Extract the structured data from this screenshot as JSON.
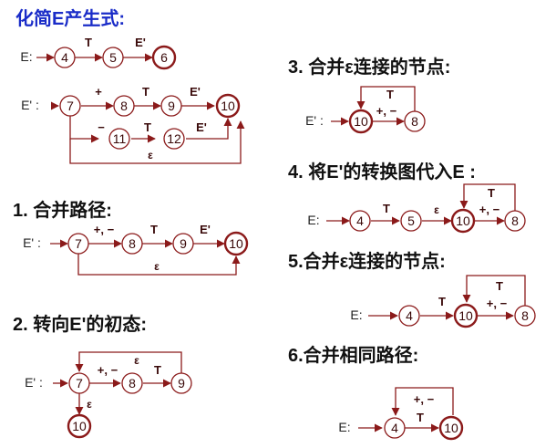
{
  "title": "化简E产生式:",
  "sections": {
    "s1": "1. 合并路径:",
    "s2": "2. 转向E'的初态:",
    "s3": "3. 合并ε连接的节点:",
    "s4": "4. 将E'的转换图代入E :",
    "s5": "5.合并ε连接的节点:",
    "s6": "6.合并相同路径:"
  },
  "nt": {
    "E": "E:",
    "Ep": "E' :"
  },
  "sym": {
    "T": "T",
    "Ep": "E'",
    "plus": "+",
    "minus": "−",
    "pm": "+, −",
    "eps": "ε"
  },
  "states": {
    "s4": "4",
    "s5": "5",
    "s6": "6",
    "s7": "7",
    "s8": "8",
    "s9": "9",
    "s10": "10",
    "s11": "11",
    "s12": "12"
  },
  "colors": {
    "title": "#1a2cc8",
    "edge": "#8b1a1a",
    "state": "#8b1a1a"
  }
}
